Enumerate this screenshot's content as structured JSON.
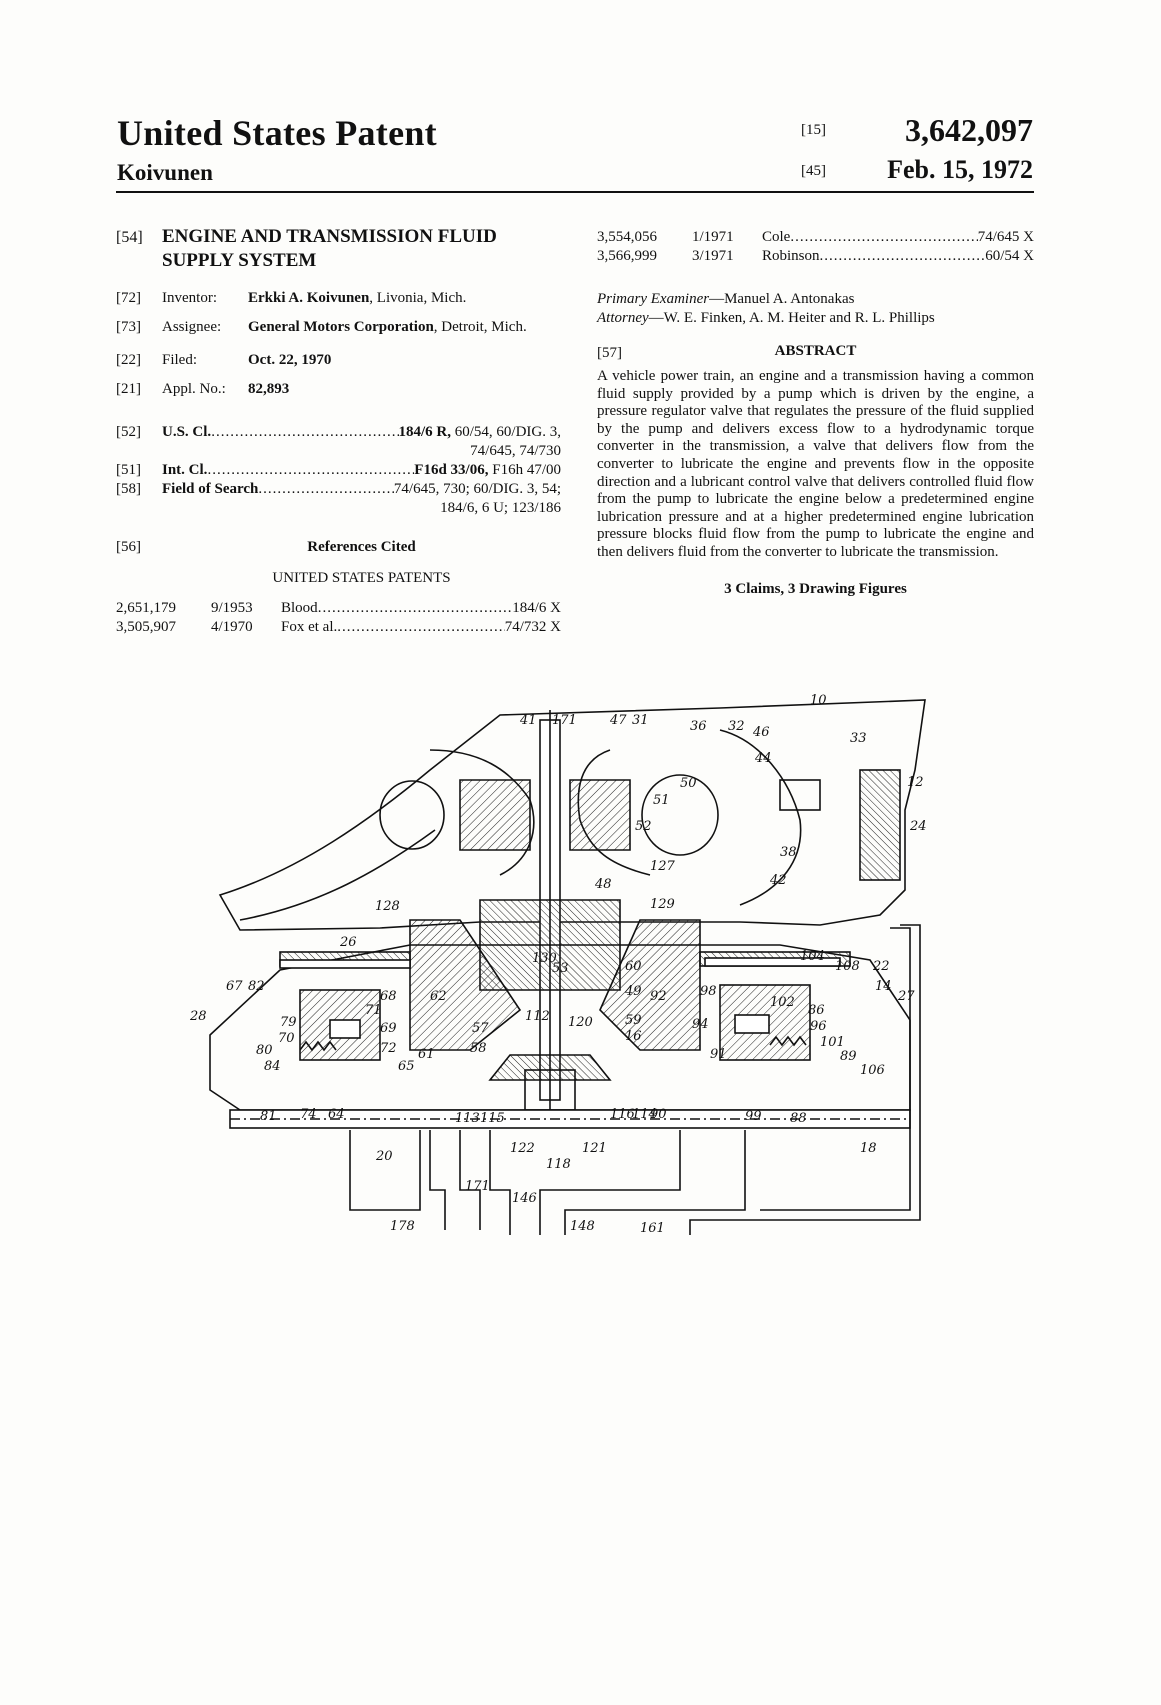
{
  "header": {
    "patent_type": "United States Patent",
    "inventor_surname": "Koivunen",
    "number_code": "[15]",
    "patent_number": "3,642,097",
    "date_code": "[45]",
    "date": "Feb. 15, 1972"
  },
  "left": {
    "title": {
      "code": "[54]",
      "text": "ENGINE AND TRANSMISSION FLUID SUPPLY SYSTEM"
    },
    "inventor": {
      "code": "[72]",
      "label": "Inventor:",
      "name": "Erkki A. Koivunen",
      "location": ", Livonia, Mich."
    },
    "assignee": {
      "code": "[73]",
      "label": "Assignee:",
      "name": "General Motors Corporation",
      "location": ", Detroit, Mich."
    },
    "filed": {
      "code": "[22]",
      "label": "Filed:",
      "value": "Oct. 22, 1970"
    },
    "appl": {
      "code": "[21]",
      "label": "Appl. No.:",
      "value": "82,893"
    },
    "us_cl": {
      "code": "[52]",
      "label": "U.S. Cl.",
      "bold_value": "184/6 R,",
      "value": " 60/54, 60/DIG. 3,",
      "cont": "74/645, 74/730"
    },
    "int_cl": {
      "code": "[51]",
      "label": "Int. Cl.",
      "bold_value": "F16d 33/06,",
      "value": " F16h 47/00"
    },
    "field": {
      "code": "[58]",
      "label": "Field of Search",
      "value": "74/645, 730; 60/DIG. 3, 54;",
      "cont": "184/6, 6 U; 123/186"
    },
    "refs": {
      "code": "[56]",
      "title": "References Cited",
      "subtitle": "UNITED STATES PATENTS",
      "rows": [
        {
          "num": "2,651,179",
          "date": "9/1953",
          "name": "Blood",
          "cls": "184/6 X"
        },
        {
          "num": "3,505,907",
          "date": "4/1970",
          "name": "Fox et al.",
          "cls": "74/732 X"
        }
      ]
    }
  },
  "right": {
    "refs_rows": [
      {
        "num": "3,554,056",
        "date": "1/1971",
        "name": "Cole",
        "cls": "74/645 X"
      },
      {
        "num": "3,566,999",
        "date": "3/1971",
        "name": "Robinson",
        "cls": "60/54 X"
      }
    ],
    "examiner_label": "Primary Examiner",
    "examiner_name": "—Manuel A. Antonakas",
    "attorney_label": "Attorney",
    "attorney_name": "—W. E. Finken, A. M. Heiter and R. L. Phillips",
    "abstract_code": "[57]",
    "abstract_title": "ABSTRACT",
    "abstract_text": "A vehicle power train, an engine and a transmission having a common fluid supply provided by a pump which is driven by the engine, a pressure regulator valve that regulates the pressure of the fluid supplied by the pump and delivers excess flow to a hydrodynamic torque converter in the transmission, a valve that delivers flow from the converter to lubricate the engine and prevents flow in the opposite direction and a lubricant control valve that delivers controlled fluid flow from the pump to lubricate the engine below a predetermined engine lubrication pressure and at a higher predetermined engine lubrication pressure blocks fluid flow from the pump to lubricate the engine and then delivers fluid from the converter to lubricate the transmission.",
    "claims": "3 Claims, 3 Drawing Figures"
  },
  "drawing": {
    "labels": [
      "10",
      "41",
      "171",
      "47",
      "31",
      "36",
      "32",
      "46",
      "33",
      "44",
      "50",
      "51",
      "52",
      "12",
      "24",
      "38",
      "42",
      "127",
      "129",
      "48",
      "128",
      "26",
      "130",
      "53",
      "60",
      "104",
      "108",
      "22",
      "14",
      "27",
      "82",
      "68",
      "62",
      "49",
      "92",
      "98",
      "102",
      "86",
      "67",
      "28",
      "79",
      "71",
      "57",
      "59",
      "69",
      "58",
      "112",
      "120",
      "16",
      "96",
      "101",
      "80",
      "70",
      "72",
      "61",
      "94",
      "91",
      "89",
      "106",
      "84",
      "65",
      "81",
      "74",
      "64",
      "113",
      "115",
      "116",
      "114",
      "90",
      "99",
      "88",
      "20",
      "122",
      "118",
      "121",
      "18",
      "171",
      "146",
      "178",
      "148",
      "161"
    ]
  }
}
